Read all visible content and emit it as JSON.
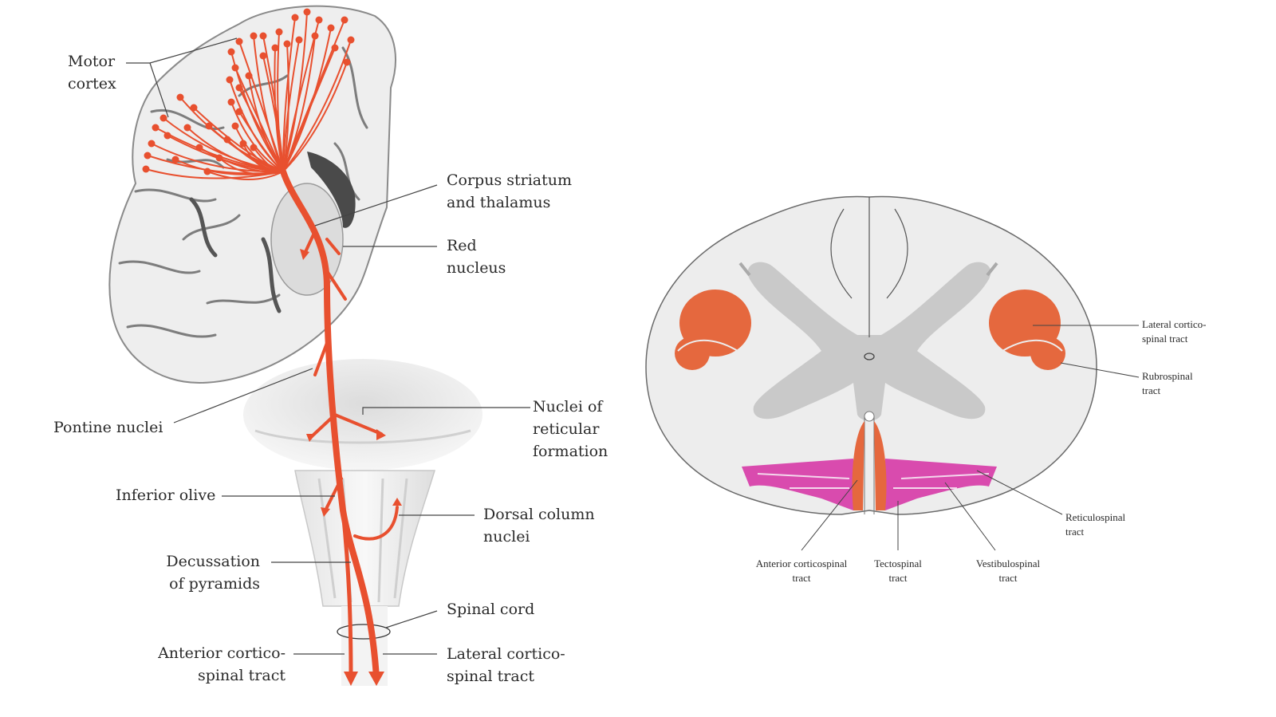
{
  "left_diagram": {
    "labels": {
      "motor_cortex": "Motor\ncortex",
      "corpus_striatum": "Corpus striatum\nand thalamus",
      "red_nucleus": "Red\nnucleus",
      "pontine_nuclei": "Pontine nuclei",
      "nuclei_reticular": "Nuclei of\nreticular\nformation",
      "inferior_olive": "Inferior olive",
      "dorsal_column": "Dorsal column\nnuclei",
      "decussation": "Decussation\nof pyramids",
      "spinal_cord": "Spinal cord",
      "anterior_cortico": "Anterior cortico-\nspinal tract",
      "lateral_cortico": "Lateral cortico-\nspinal tract"
    }
  },
  "right_diagram": {
    "labels": {
      "lateral_cortico": "Lateral cortico-\nspinal tract",
      "rubrospinal": "Rubrospinal\ntract",
      "reticulospinal": "Reticulospinal\ntract",
      "anterior_corticospinal": "Anterior corticospinal\ntract",
      "tectospinal": "Tectospinal\ntract",
      "vestibulospinal": "Vestibulospinal\ntract"
    }
  },
  "colors": {
    "tract_red": "#E8502F",
    "tract_orange": "#E5683E",
    "tract_magenta": "#D94BAE",
    "grey_matter": "#C9C9C9",
    "white_matter": "#EDEDED"
  }
}
